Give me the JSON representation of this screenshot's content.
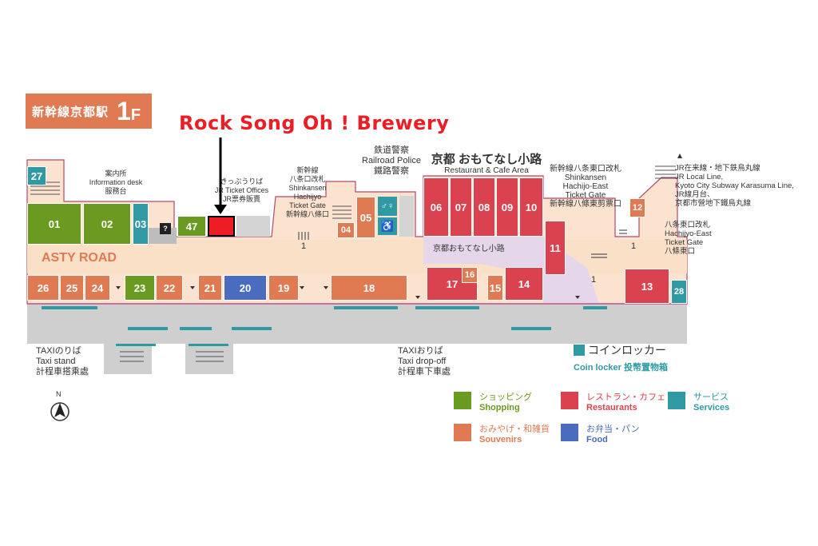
{
  "header": {
    "station": "新幹線京都駅",
    "floor_num": "1",
    "floor_suffix": "F"
  },
  "callout": "Rock Song Oh ! Brewery",
  "road_label": "ASTY ROAD",
  "labels": {
    "info_jp1": "案内所",
    "info_en": "Information desk",
    "info_jp2": "服務台",
    "ticket_jp1": "きっぷうりば",
    "ticket_en": "JR Ticket Offices",
    "ticket_jp2": "JR票券販賣",
    "hachijo_gate_jp": "新幹線",
    "hachijo_gate_jp2": "八条口改札",
    "hachijo_gate_en1": "Shinkansen",
    "hachijo_gate_en2": "Hachijyo",
    "hachijo_gate_en3": "Ticket Gate",
    "hachijo_gate_jp3": "新幹線八條口",
    "police_jp": "鉄道警察",
    "police_en": "Railroad Police",
    "police_jp2": "鐵路警察",
    "omotenashi_jp": "京都 おもてなし小路",
    "omotenashi_en": "Restaurant & Cafe Area",
    "omotenashi_mid": "京都おもてなし小路",
    "east_gate_jp": "新幹線八条東口改札",
    "east_gate_en1": "Shinkansen",
    "east_gate_en2": "Hachijo-East",
    "east_gate_en3": "Ticket Gate",
    "east_gate_jp2": "新幹線八條東剪票口",
    "jr_jp": "JR在来線・地下鉄烏丸線",
    "jr_en1": "JR Local Line,",
    "jr_en2": "Kyoto City Subway Karasuma Line,",
    "jr_jp2": "JR線月台、",
    "jr_jp3": "京都市營地下鐵烏丸線",
    "he_jp": "八条東口改札",
    "he_en1": "Hachijyo-East",
    "he_en2": "Ticket Gate",
    "he_jp2": "八條東口",
    "taxi_jp": "TAXIのりば",
    "taxi_en": "Taxi stand",
    "taxi_jp2": "計程車搭乘處",
    "taxi2_jp": "TAXIおりば",
    "taxi2_en": "Taxi drop-off",
    "taxi2_jp2": "計程車下車處",
    "north": "N",
    "level_1": "1",
    "info_icon": "?"
  },
  "shops": {
    "s01": "01",
    "s02": "02",
    "s03": "03",
    "s04": "04",
    "s05": "05",
    "s06": "06",
    "s07": "07",
    "s08": "08",
    "s09": "09",
    "s10": "10",
    "s11": "11",
    "s12": "12",
    "s13": "13",
    "s14": "14",
    "s15": "15",
    "s16": "16",
    "s17": "17",
    "s18": "18",
    "s19": "19",
    "s20": "20",
    "s21": "21",
    "s22": "22",
    "s23": "23",
    "s24": "24",
    "s25": "25",
    "s26": "26",
    "s27": "27",
    "s28": "28",
    "s47": "47"
  },
  "coin_locker": {
    "jp": "コインロッカー",
    "en": "Coin locker 投幣置物箱"
  },
  "legend": [
    {
      "jp": "ショッピング",
      "en": "Shopping",
      "color": "#6a9a1f"
    },
    {
      "jp": "レストラン・カフェ",
      "en": "Restaurants",
      "color": "#d9424e"
    },
    {
      "jp": "サービス",
      "en": "Services",
      "color": "#2f9aa4"
    },
    {
      "jp": "おみやげ・和雑貨",
      "en": "Souvenirs",
      "color": "#e07a52"
    },
    {
      "jp": "お弁当・パン",
      "en": "Food",
      "color": "#4a6cbf"
    }
  ]
}
